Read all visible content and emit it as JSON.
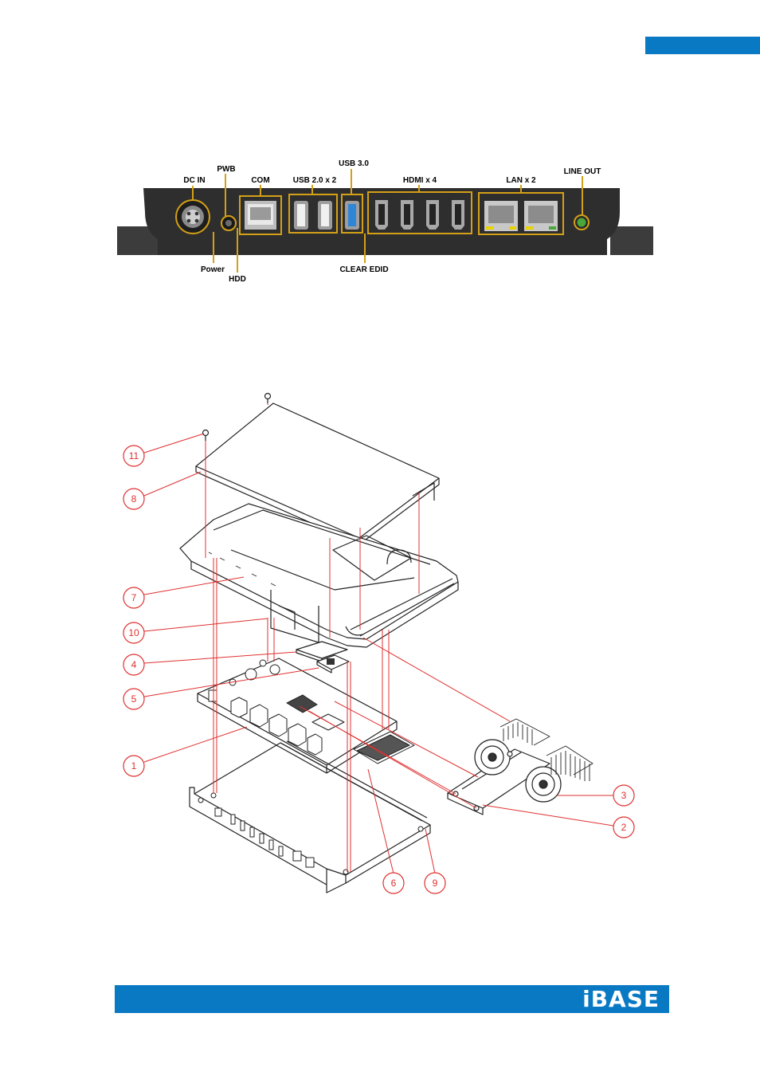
{
  "page": {
    "accent_color": "#0a79c4"
  },
  "io_panel": {
    "labels_top": {
      "dc_in": "DC IN",
      "pwb": "PWB",
      "com": "COM",
      "usb20": "USB 2.0 x 2",
      "usb30": "USB 3.0",
      "hdmi": "HDMI x 4",
      "lan": "LAN x 2",
      "line_out": "LINE OUT"
    },
    "labels_bottom": {
      "power": "Power",
      "hdd": "HDD",
      "clear_edid": "CLEAR EDID"
    },
    "highlight_color": "#d4a017",
    "usb3_color": "#2f86d6",
    "line_out_color": "#4aa83a"
  },
  "exploded_view": {
    "callout_color": "#e03030",
    "callouts": [
      "11",
      "8",
      "7",
      "10",
      "4",
      "5",
      "1",
      "3",
      "2",
      "6",
      "9"
    ]
  },
  "footer": {
    "brand": "iBASE"
  }
}
